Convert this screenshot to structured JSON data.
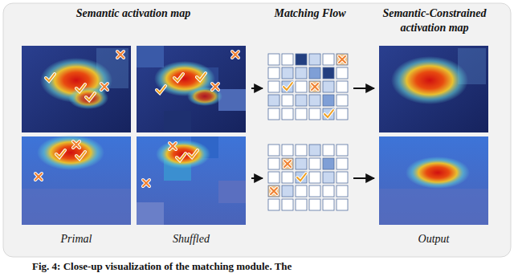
{
  "diagram": {
    "caption": "Fig. 4: Close-up visualization of the matching module. The",
    "labels": [
      "Semantic activation map",
      "Matching Flow",
      "Semantic-Constrained activation map",
      "Primal",
      "Shuffled",
      "Output"
    ]
  }
}
